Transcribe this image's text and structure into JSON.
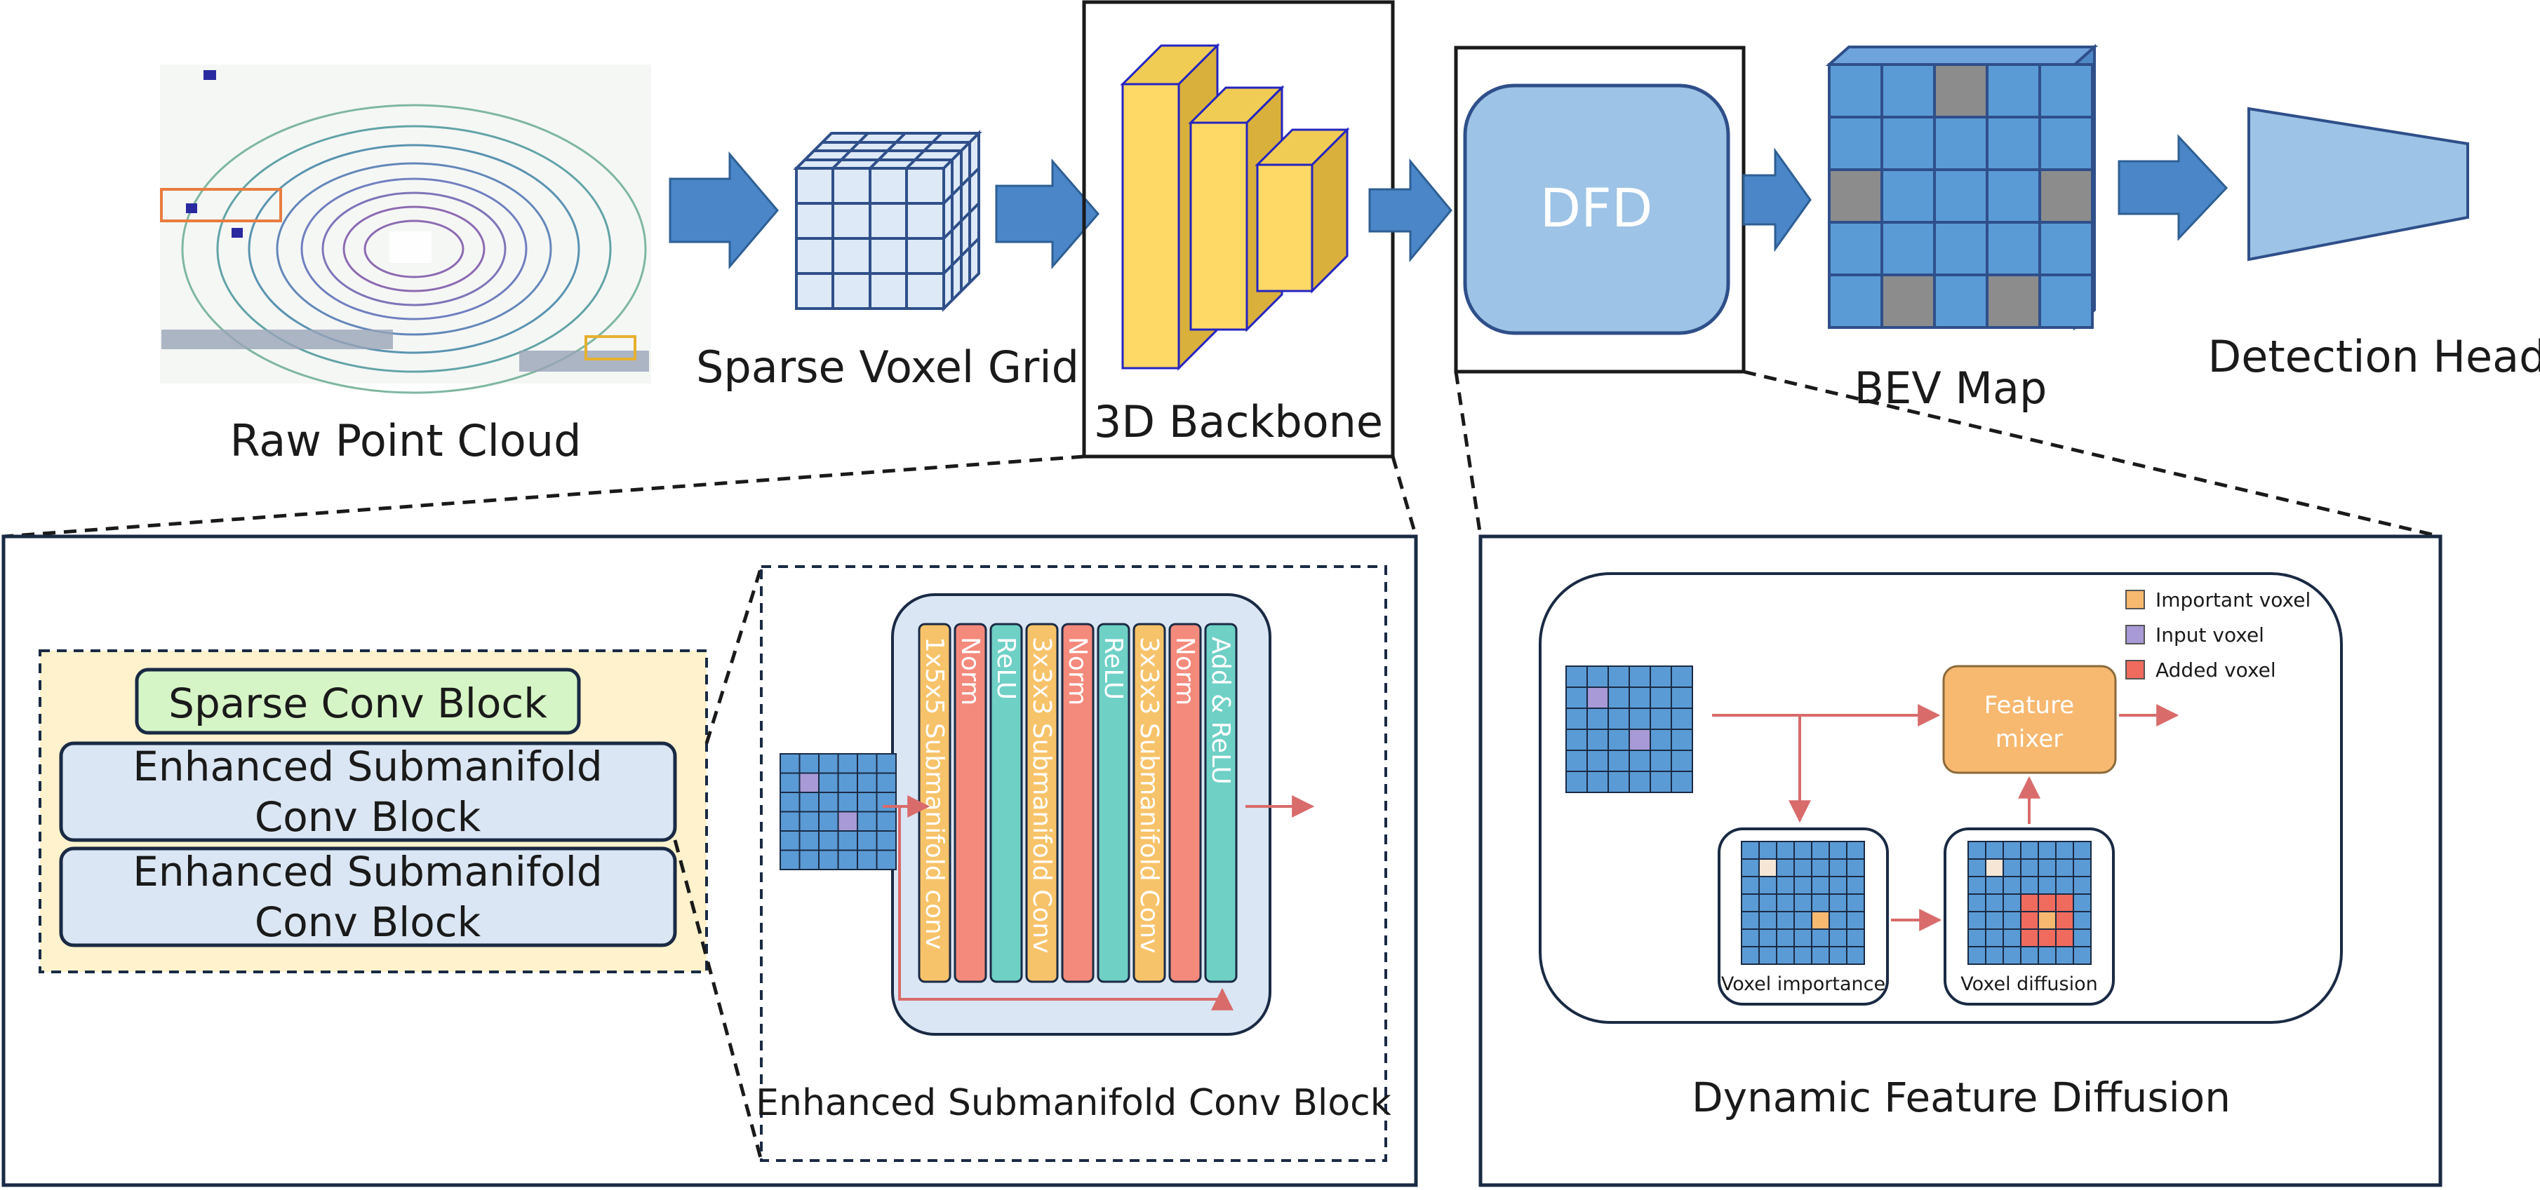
{
  "pipeline": {
    "raw_point_cloud": "Raw Point Cloud",
    "sparse_voxel_grid": "Sparse Voxel Grid",
    "backbone_3d": "3D Backbone",
    "dfd": "DFD",
    "bev_map": "BEV Map",
    "detection_head": "Detection Head"
  },
  "backbone_detail": {
    "sparse_conv_block": "Sparse Conv Block",
    "enhanced_block_1": [
      "Enhanced Submanifold",
      "Conv Block"
    ],
    "enhanced_block_2": [
      "Enhanced Submanifold",
      "Conv Block"
    ],
    "layers": [
      {
        "label": "1x5x5 Submanifold conv",
        "color": "#f7c36a"
      },
      {
        "label": "Norm",
        "color": "#f48a7c"
      },
      {
        "label": "ReLU",
        "color": "#6fd0c6"
      },
      {
        "label": "3x3x3 Submanifold Conv",
        "color": "#f7c36a"
      },
      {
        "label": "Norm",
        "color": "#f48a7c"
      },
      {
        "label": "ReLU",
        "color": "#6fd0c6"
      },
      {
        "label": "3x3x3 Submanifold Conv",
        "color": "#f7c36a"
      },
      {
        "label": "Norm",
        "color": "#f48a7c"
      },
      {
        "label": "Add & ReLU",
        "color": "#6fd0c6"
      }
    ],
    "caption": "Enhanced Submanifold Conv Block"
  },
  "dfd_detail": {
    "feature_mixer": [
      "Feature",
      "mixer"
    ],
    "voxel_importance": "Voxel importance",
    "voxel_diffusion": "Voxel diffusion",
    "legend": [
      {
        "label": "Important voxel",
        "color": "#f7b870"
      },
      {
        "label": "Input voxel",
        "color": "#a89ad6"
      },
      {
        "label": "Added voxel",
        "color": "#ef6b5e"
      }
    ],
    "caption": "Dynamic Feature Diffusion"
  },
  "colors": {
    "arrow_blue": "#4a86c8",
    "voxel_blue": "#5b9bd5",
    "backbone_yellow": "#ffd966",
    "link_red": "#d96b6b"
  }
}
